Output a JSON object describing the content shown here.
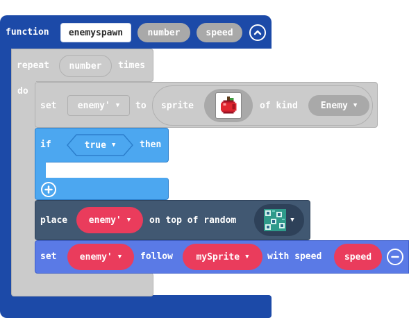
{
  "colors": {
    "function_block": "#1c4aa8",
    "loop_block": "#cbcbcb",
    "loop_dark": "#b0b0b0",
    "logic_block": "#4ca7f0",
    "logic_dark": "#2c7fcc",
    "scene_block": "#415872",
    "scene_dark": "#2e4159",
    "sprite_block": "#5a7ae6",
    "variable_pill": "#ea3c5c",
    "param_pill": "#a9a9a9"
  },
  "function": {
    "keyword": "function",
    "name": "enemyspawn",
    "params": [
      "number",
      "speed"
    ],
    "collapse_icon": "chevron-up-icon"
  },
  "repeat": {
    "keyword": "repeat",
    "count": "number",
    "suffix": "times",
    "do_label": "do"
  },
  "set_sprite": {
    "set_label": "set",
    "variable": "enemy'",
    "to_label": "to",
    "sprite_label": "sprite",
    "sprite_image": "apple-sprite-icon",
    "of_kind_label": "of kind",
    "kind": "Enemy"
  },
  "if_block": {
    "if_label": "if",
    "condition": "true",
    "then_label": "then",
    "add_icon": "plus-icon"
  },
  "place": {
    "place_label": "place",
    "variable": "enemy'",
    "on_top_label": "on top of random",
    "tile_image": "tile-icon"
  },
  "follow": {
    "set_label": "set",
    "variable": "enemy'",
    "follow_label": "follow",
    "target": "mySprite",
    "with_speed_label": "with speed",
    "speed": "speed",
    "remove_icon": "minus-icon"
  }
}
